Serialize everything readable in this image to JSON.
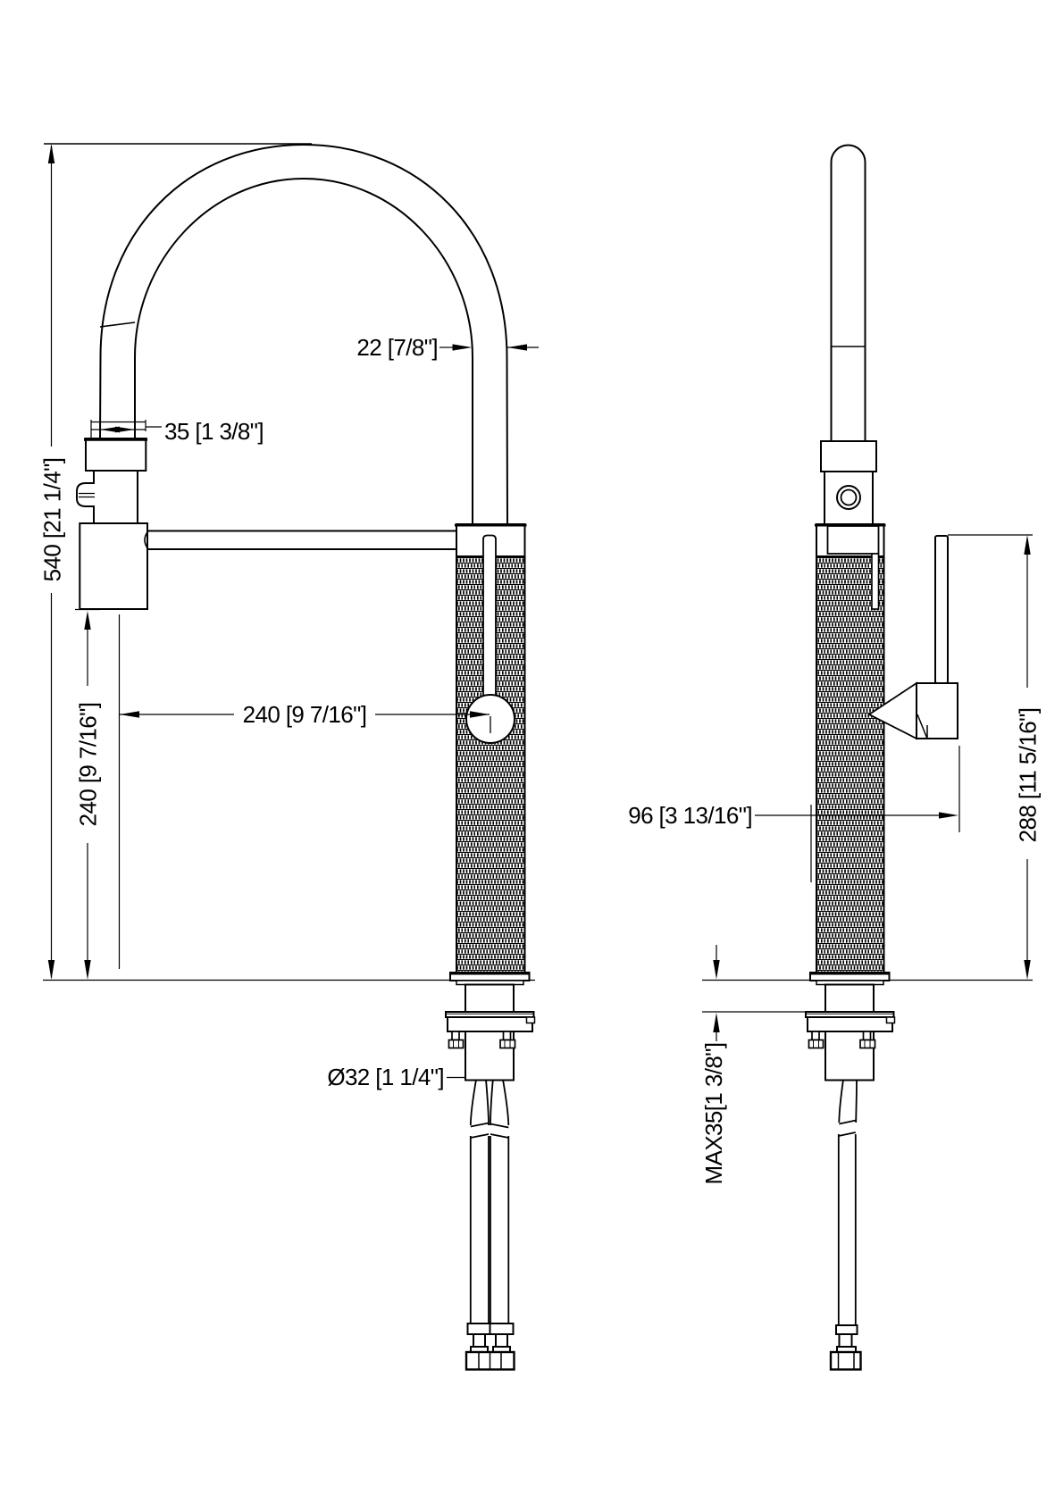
{
  "drawing": {
    "kind": "faucet installation dimension drawing",
    "views": [
      "front",
      "side"
    ]
  },
  "labels": {
    "overall_height": "540 [21 1/4\"]",
    "spout_outlet_height": "240 [9 7/16\"]",
    "spout_reach": "240 [9 7/16\"]",
    "spout_tube_diameter": "22 [7/8\"]",
    "spray_head_diameter": "35 [1 3/8\"]",
    "mounting_hole_diameter": "Ø32 [1 1/4\"]",
    "handle_projection": "96 [3 13/16\"]",
    "handle_top_height": "288 [11 5/16\"]",
    "max_deck_thickness": "MAX35[1 3/8\"]"
  },
  "colors": {
    "line": "#000000",
    "background": "#ffffff"
  }
}
